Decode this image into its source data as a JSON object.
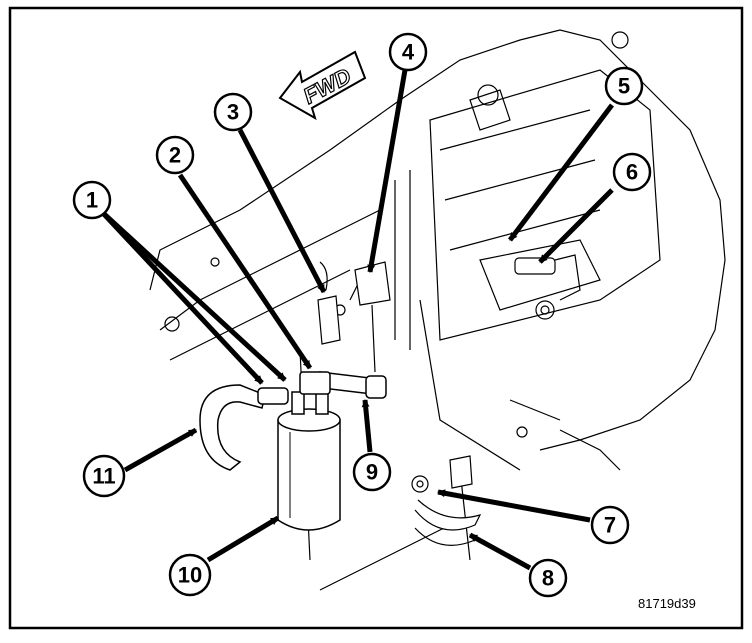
{
  "figure": {
    "direction_label": "FWD",
    "figure_code": "81719d39"
  },
  "callouts": [
    {
      "id": "1",
      "label": "1"
    },
    {
      "id": "2",
      "label": "2"
    },
    {
      "id": "3",
      "label": "3"
    },
    {
      "id": "4",
      "label": "4"
    },
    {
      "id": "5",
      "label": "5"
    },
    {
      "id": "6",
      "label": "6"
    },
    {
      "id": "7",
      "label": "7"
    },
    {
      "id": "8",
      "label": "8"
    },
    {
      "id": "9",
      "label": "9"
    },
    {
      "id": "10",
      "label": "10"
    },
    {
      "id": "11",
      "label": "11"
    }
  ]
}
